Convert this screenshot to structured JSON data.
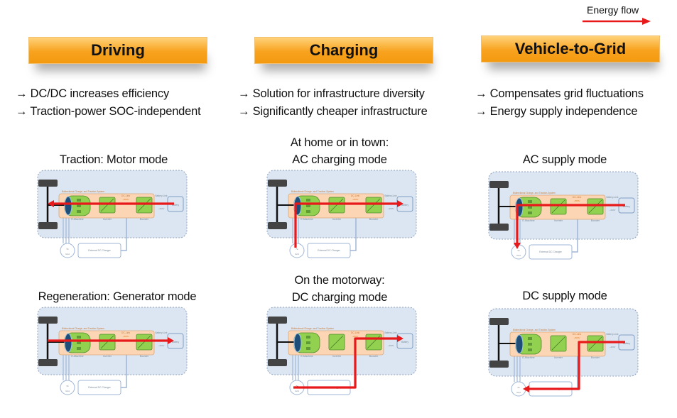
{
  "legend": {
    "label": "Energy flow",
    "color": "#e8191b"
  },
  "columns": [
    {
      "title": "Driving",
      "bullets": [
        "→ DC/DC increases efficiency",
        "→ Traction-power SOC-independent"
      ],
      "modes": [
        {
          "lines": [
            "Traction: Motor mode"
          ],
          "flow": "battery-to-wheels"
        },
        {
          "lines": [
            "Regeneration: Generator mode"
          ],
          "flow": "wheels-to-battery"
        }
      ]
    },
    {
      "title": "Charging",
      "bullets": [
        "→ Solution for infrastructure diversity",
        "→ Significantly cheaper infrastructure"
      ],
      "modes": [
        {
          "lines": [
            "At home or in town:",
            "AC charging mode"
          ],
          "flow": "grid-to-battery-ac"
        },
        {
          "lines": [
            "On the motorway:",
            "DC charging mode"
          ],
          "flow": "charger-to-battery-dc"
        }
      ]
    },
    {
      "title": "Vehicle-to-Grid",
      "bullets": [
        "→ Compensates grid fluctuations",
        "→ Energy supply independence"
      ],
      "modes": [
        {
          "lines": [
            "AC supply mode"
          ],
          "flow": "battery-to-grid-ac"
        },
        {
          "lines": [
            "DC supply mode"
          ],
          "flow": "battery-to-grid-dc"
        }
      ]
    }
  ],
  "diagram_labels": {
    "system": "Bidirectional Charge- and Traction-System",
    "emachine": "E-Machine",
    "inverter": "Inverter",
    "dclink": "DC-Link",
    "dclink_v": "~800V",
    "booster": "Booster",
    "battery_link": "Battery-Link",
    "battery_link_v": "~400V",
    "battery": "Battery",
    "grid": "Grid",
    "charger": "External DC Charger"
  },
  "colors": {
    "banner": "#f8a21e",
    "vehicle_bg": "#dce6f2",
    "system_bg": "#fcd5b4",
    "component": "#92d050",
    "arrow": "#e8191b"
  }
}
